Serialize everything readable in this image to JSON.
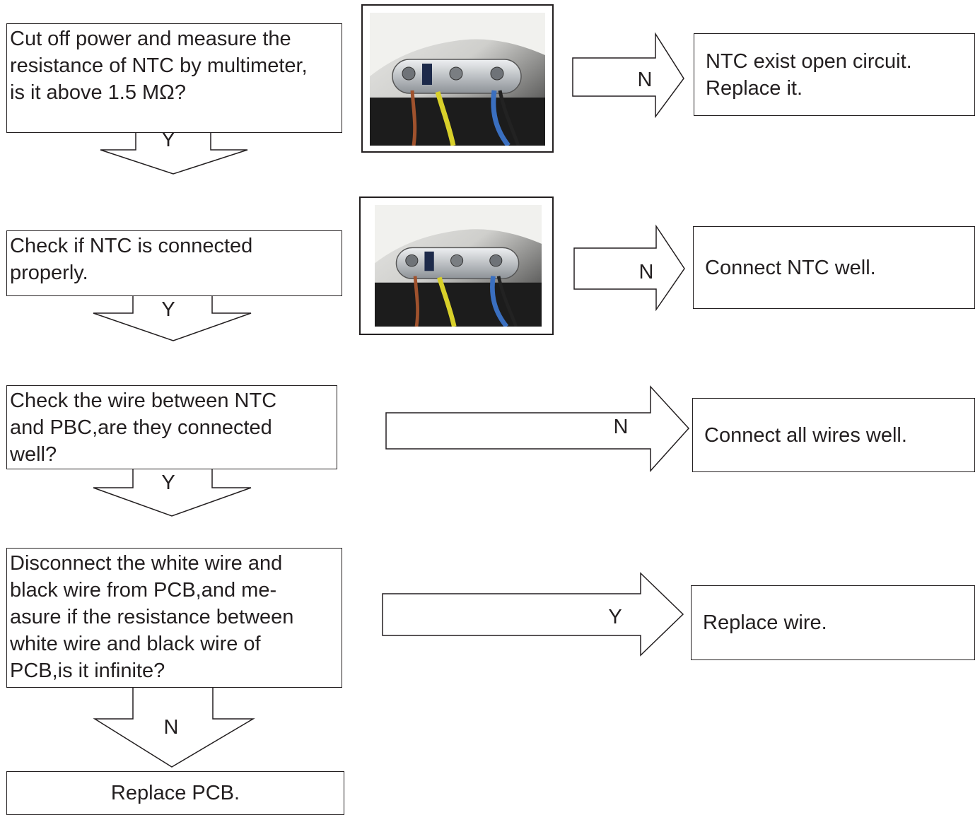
{
  "steps": [
    {
      "question": "Cut off power and measure the\nresistance of NTC by multimeter,\nis it above 1.5 MΩ?",
      "down_label": "Y",
      "side_label": "N",
      "result": "NTC exist open circuit.\nReplace it."
    },
    {
      "question": "Check if NTC is connected\nproperly.",
      "down_label": "Y",
      "side_label": "N",
      "result": "Connect NTC well."
    },
    {
      "question": "Check the wire between NTC\nand PBC,are they connected\nwell?",
      "down_label": "Y",
      "side_label": "N",
      "result": "Connect all wires well."
    },
    {
      "question": "Disconnect the white wire and\nblack wire from PCB,and me-\nasure if the resistance between\nwhite wire and black wire of\nPCB,is it infinite?",
      "down_label": "N",
      "side_label": "Y",
      "result": "Replace wire."
    }
  ],
  "final_result": "Replace PCB.",
  "colors": {
    "line": "#231f20",
    "wire_brown": "#a0522d",
    "wire_yellow": "#d8d02a",
    "wire_blue": "#3a6fc0"
  },
  "icons": [
    "ntc-sensor-photo"
  ]
}
